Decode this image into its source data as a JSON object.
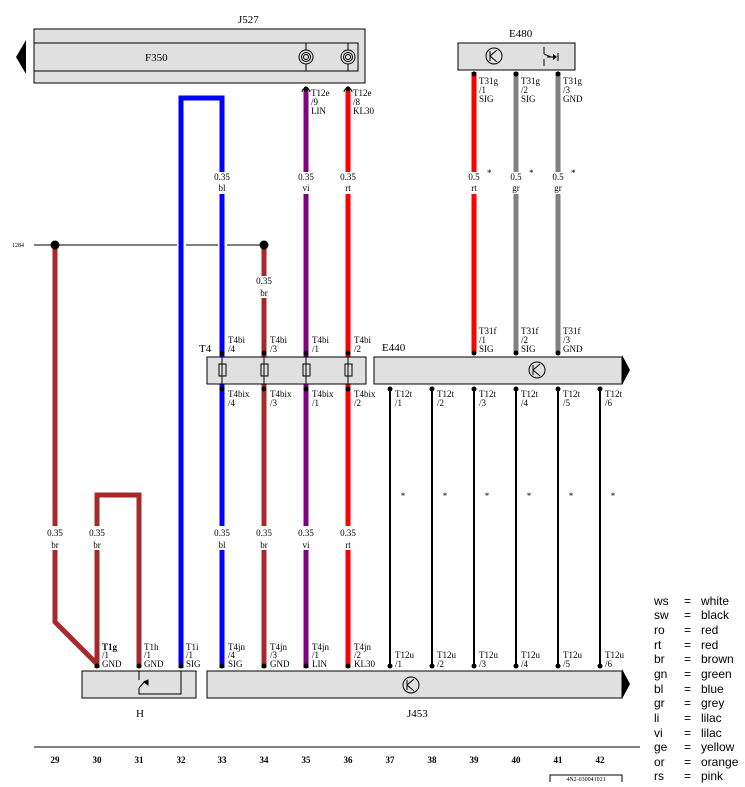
{
  "components": {
    "J527": {
      "label": "J527"
    },
    "F350": {
      "label": "F350"
    },
    "E480": {
      "label": "E480"
    },
    "E440": {
      "label": "E440"
    },
    "T4": {
      "label": "T4"
    },
    "H": {
      "label": "H"
    },
    "J453": {
      "label": "J453"
    }
  },
  "ground_ref": "1284",
  "colors": {
    "br": "#a52a2a",
    "bl": "#0000ff",
    "vi": "#800080",
    "rt": "#ff0000",
    "gr": "#808080",
    "sw": "#000000"
  },
  "wires": [
    {
      "col": "29",
      "size": "0.35",
      "color": "br"
    },
    {
      "col": "30",
      "size": "0.35",
      "color": "br"
    },
    {
      "col": "33",
      "size": "0.35",
      "color": "bl"
    },
    {
      "col": "34",
      "size": "0.35",
      "color": "br"
    },
    {
      "col": "35",
      "size": "0.35",
      "color": "vi"
    },
    {
      "col": "36",
      "size": "0.35",
      "color": "rt"
    },
    {
      "col": "39",
      "size": "0.5",
      "color": "rt"
    },
    {
      "col": "40",
      "size": "0.5",
      "color": "gr"
    },
    {
      "col": "41",
      "size": "0.5",
      "color": "gr"
    }
  ],
  "upper_labels": {
    "w33": {
      "size": "0.35",
      "color": "bl"
    },
    "w34": {
      "size": "0.35",
      "color": "br"
    },
    "w35": {
      "size": "0.35",
      "color": "vi"
    },
    "w36": {
      "size": "0.35",
      "color": "rt"
    },
    "w39": {
      "size": "0.5",
      "color": "rt"
    },
    "w40": {
      "size": "0.5",
      "color": "gr"
    },
    "w41": {
      "size": "0.5",
      "color": "gr"
    }
  },
  "lower_labels": {
    "w29": {
      "size": "0.35",
      "color": "br"
    },
    "w30": {
      "size": "0.35",
      "color": "br"
    },
    "w33": {
      "size": "0.35",
      "color": "bl"
    },
    "w34": {
      "size": "0.35",
      "color": "br"
    },
    "w35": {
      "size": "0.35",
      "color": "vi"
    },
    "w36": {
      "size": "0.35",
      "color": "rt"
    }
  },
  "pins": {
    "T12e_9": {
      "a": "T12e",
      "b": "/9",
      "c": "LIN"
    },
    "T12e_8": {
      "a": "T12e",
      "b": "/8",
      "c": "KL30"
    },
    "T31g_1": {
      "a": "T31g",
      "b": "/1",
      "c": "SIG"
    },
    "T31g_2": {
      "a": "T31g",
      "b": "/2",
      "c": "SIG"
    },
    "T31g_3": {
      "a": "T31g",
      "b": "/3",
      "c": "GND"
    },
    "T4bi_4": {
      "a": "T4bi",
      "b": "/4"
    },
    "T4bi_3": {
      "a": "T4bi",
      "b": "/3"
    },
    "T4bi_1": {
      "a": "T4bi",
      "b": "/1"
    },
    "T4bi_2": {
      "a": "T4bi",
      "b": "/2"
    },
    "T31f_1": {
      "a": "T31f",
      "b": "/1",
      "c": "SIG"
    },
    "T31f_2": {
      "a": "T31f",
      "b": "/2",
      "c": "SIG"
    },
    "T31f_3": {
      "a": "T31f",
      "b": "/3",
      "c": "GND"
    },
    "T4bix_4": {
      "a": "T4bix",
      "b": "/4"
    },
    "T4bix_3": {
      "a": "T4bix",
      "b": "/3"
    },
    "T4bix_1": {
      "a": "T4bix",
      "b": "/1"
    },
    "T4bix_2": {
      "a": "T4bix",
      "b": "/2"
    },
    "T12t_1": {
      "a": "T12t",
      "b": "/1"
    },
    "T12t_2": {
      "a": "T12t",
      "b": "/2"
    },
    "T12t_3": {
      "a": "T12t",
      "b": "/3"
    },
    "T12t_4": {
      "a": "T12t",
      "b": "/4"
    },
    "T12t_5": {
      "a": "T12t",
      "b": "/5"
    },
    "T12t_6": {
      "a": "T12t",
      "b": "/6"
    },
    "T1g_1": {
      "a": "T1g",
      "b": "/1",
      "c": "GND"
    },
    "T1h_1": {
      "a": "T1h",
      "b": "/1",
      "c": "GND"
    },
    "T1i_1": {
      "a": "T1i",
      "b": "/1",
      "c": "SIG"
    },
    "T4jn_4": {
      "a": "T4jn",
      "b": "/4",
      "c": "SIG"
    },
    "T4jn_3": {
      "a": "T4jn",
      "b": "/3",
      "c": "GND"
    },
    "T4jn_1": {
      "a": "T4jn",
      "b": "/1",
      "c": "LIN"
    },
    "T4jn_2": {
      "a": "T4jn",
      "b": "/2",
      "c": "KL30"
    },
    "T12u_1": {
      "a": "T12u",
      "b": "/1"
    },
    "T12u_2": {
      "a": "T12u",
      "b": "/2"
    },
    "T12u_3": {
      "a": "T12u",
      "b": "/3"
    },
    "T12u_4": {
      "a": "T12u",
      "b": "/4"
    },
    "T12u_5": {
      "a": "T12u",
      "b": "/5"
    },
    "T12u_6": {
      "a": "T12u",
      "b": "/6"
    }
  },
  "dot_marker": "*",
  "columns": [
    "29",
    "30",
    "31",
    "32",
    "33",
    "34",
    "35",
    "36",
    "37",
    "38",
    "39",
    "40",
    "41",
    "42"
  ],
  "doc_id": "4N2-030041021",
  "legend": [
    {
      "code": "ws",
      "eq": "=",
      "name": "white"
    },
    {
      "code": "sw",
      "eq": "=",
      "name": "black"
    },
    {
      "code": "ro",
      "eq": "=",
      "name": "red"
    },
    {
      "code": "rt",
      "eq": "=",
      "name": "red"
    },
    {
      "code": "br",
      "eq": "=",
      "name": "brown"
    },
    {
      "code": "gn",
      "eq": "=",
      "name": "green"
    },
    {
      "code": "bl",
      "eq": "=",
      "name": "blue"
    },
    {
      "code": "gr",
      "eq": "=",
      "name": "grey"
    },
    {
      "code": "li",
      "eq": "=",
      "name": "lilac"
    },
    {
      "code": "vi",
      "eq": "=",
      "name": "lilac"
    },
    {
      "code": "ge",
      "eq": "=",
      "name": "yellow"
    },
    {
      "code": "or",
      "eq": "=",
      "name": "orange"
    },
    {
      "code": "rs",
      "eq": "=",
      "name": "pink"
    }
  ]
}
